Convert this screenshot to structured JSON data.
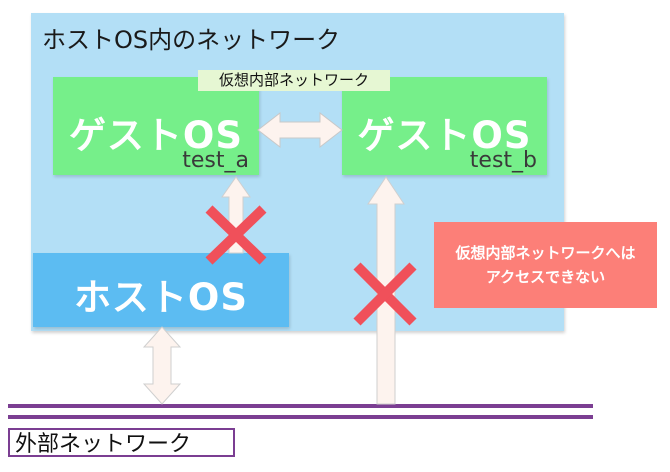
{
  "host_network": {
    "title": "ホストOS内のネットワーク"
  },
  "virtual_network": {
    "label": "仮想内部ネットワーク"
  },
  "guests": [
    {
      "title": "ゲストOS",
      "name": "test_a"
    },
    {
      "title": "ゲストOS",
      "name": "test_b"
    }
  ],
  "host_os": {
    "title": "ホストOS"
  },
  "note": {
    "line1": "仮想内部ネットワークへは",
    "line2": "アクセスできない"
  },
  "external_network": {
    "label": "外部ネットワーク"
  },
  "colors": {
    "host_network_bg": "#b3dff6",
    "guest_bg": "#76ef8a",
    "host_os_bg": "#5cbcf2",
    "note_bg": "#fc7f78",
    "arrow_fill": "#fdf3ee",
    "blocked_mark": "#f0505a",
    "network_line": "#7b3e92"
  }
}
